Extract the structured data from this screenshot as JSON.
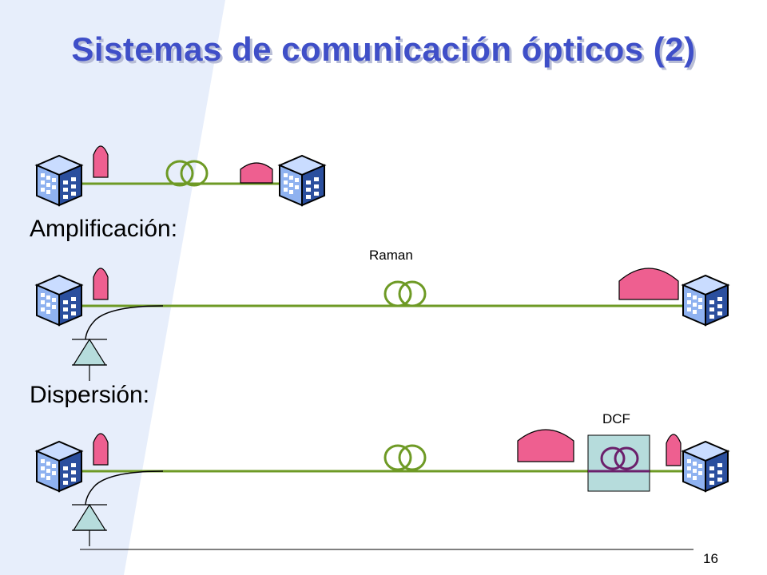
{
  "slide": {
    "title": "Sistemas de comunicación ópticos (2)",
    "page_number": "16"
  },
  "sections": {
    "amplification_label": "Amplificación:",
    "dispersion_label": "Dispersión:"
  },
  "labels": {
    "raman": "Raman",
    "dcf": "DCF"
  },
  "colors": {
    "title": "#3f4fc8",
    "fiber": "#6e9a25",
    "amplifier": "#ee5f90",
    "dcf_box": "#b6dcdc",
    "dcf_coil": "#6b1f6b",
    "background_band": "#e7eefb"
  },
  "icons": [
    "building-icon",
    "laser-source-icon",
    "fiber-coil-icon",
    "amplifier-icon",
    "pump-diode-icon",
    "dcf-module-icon"
  ]
}
